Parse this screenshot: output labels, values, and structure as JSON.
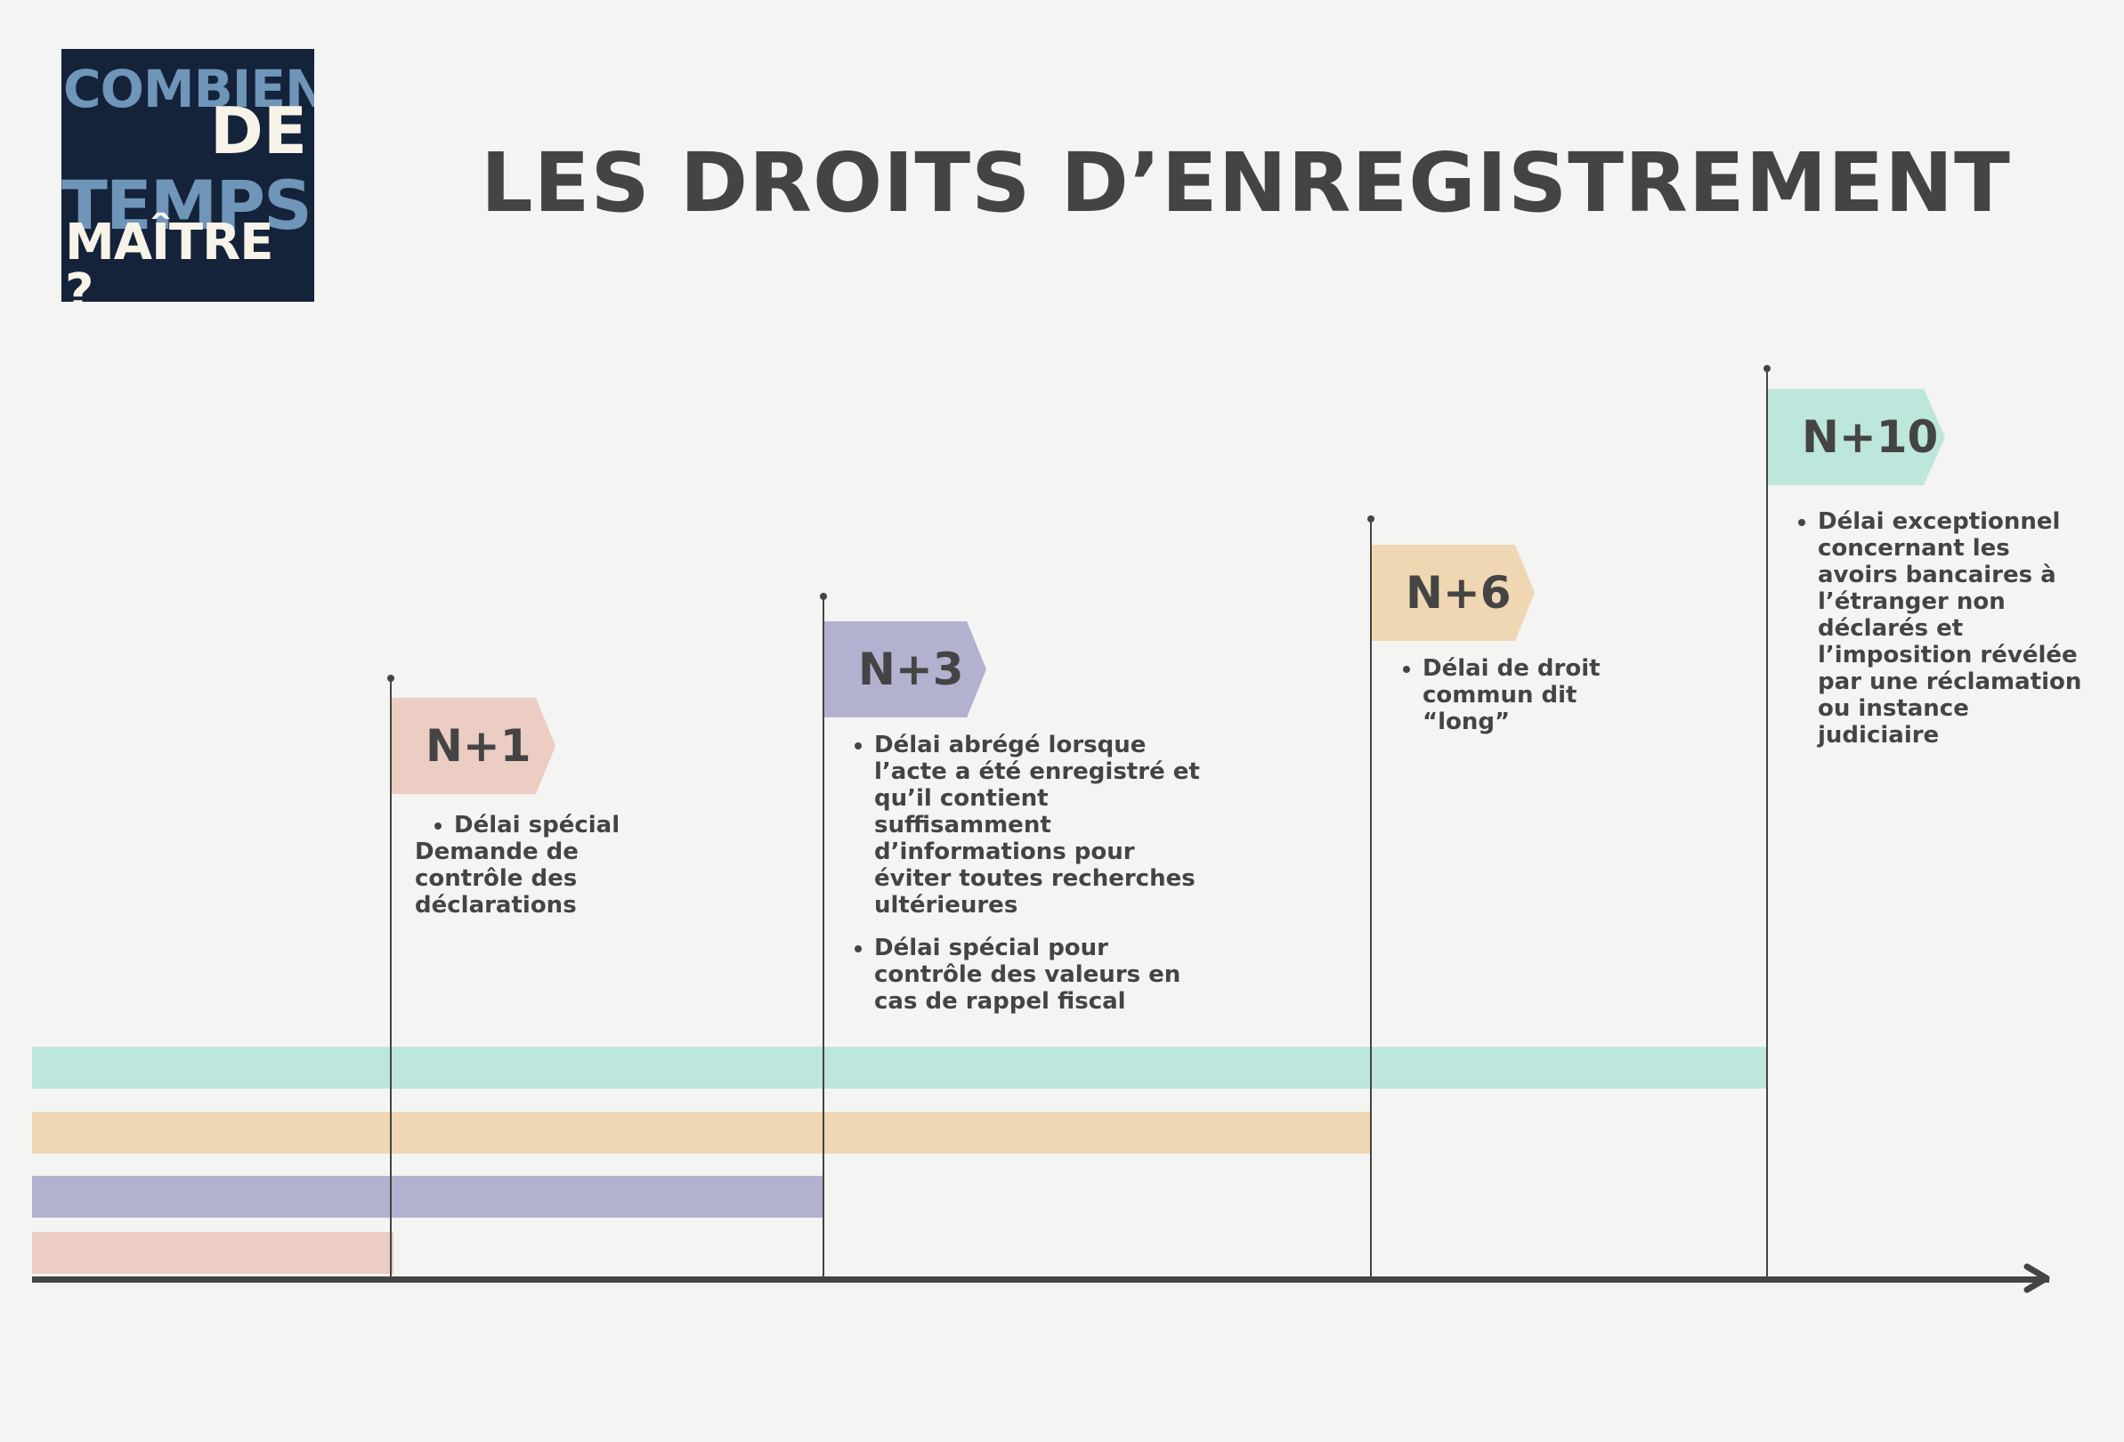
{
  "logo": {
    "line1": "COMBIEN",
    "line2": "DE",
    "line3": "TEMPS",
    "line4": "MAÎTRE ?"
  },
  "title": "LES DROITS D’ENREGISTREMENT",
  "milestones": [
    {
      "label": "N+1",
      "color": "#ebcdc3",
      "items": [
        "Délai spécial"
      ],
      "extra": "Demande de contrôle des déclarations"
    },
    {
      "label": "N+3",
      "color": "#b2b1cf",
      "items": [
        "Délai abrégé lorsque l’acte a été enregistré et qu’il contient suffisamment d’informations pour éviter toutes recherches ultérieures",
        "Délai spécial pour contrôle des valeurs en cas de rappel fiscal"
      ]
    },
    {
      "label": "N+6",
      "color": "#efd7b3",
      "items": [
        "Délai de droit commun dit “long”"
      ]
    },
    {
      "label": "N+10",
      "color": "#bde6dc",
      "items": [
        "Délai exceptionnel concernant les avoirs bancaires à l’étranger non déclarés et l’imposition révélée par une réclamation ou instance judiciaire"
      ]
    }
  ]
}
